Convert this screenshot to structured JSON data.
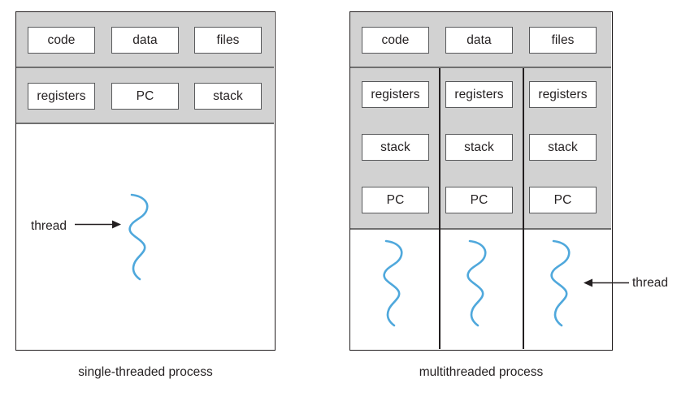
{
  "figure": {
    "title": "single-threaded and multithreaded process comparison",
    "colors": {
      "band_gray": "#d2d2d2",
      "cell_border": "#58595b",
      "frame_border": "#231f20",
      "thread_blue": "#4fa8dc",
      "text": "#231f20",
      "background": "#ffffff"
    }
  },
  "left_diagram": {
    "caption": "single-threaded process",
    "shared_row": {
      "cells": [
        {
          "label": "code"
        },
        {
          "label": "data"
        },
        {
          "label": "files"
        }
      ]
    },
    "per_thread_row": {
      "cells": [
        {
          "label": "registers"
        },
        {
          "label": "PC"
        },
        {
          "label": "stack"
        }
      ]
    },
    "threads": [
      {
        "annotation": "thread",
        "arrow_direction": "right"
      }
    ]
  },
  "right_diagram": {
    "caption": "multithreaded process",
    "shared_row": {
      "cells": [
        {
          "label": "code"
        },
        {
          "label": "data"
        },
        {
          "label": "files"
        }
      ]
    },
    "thread_columns": [
      {
        "cells": [
          "registers",
          "stack",
          "PC"
        ]
      },
      {
        "cells": [
          "registers",
          "stack",
          "PC"
        ]
      },
      {
        "cells": [
          "registers",
          "stack",
          "PC"
        ]
      }
    ],
    "threads": [
      {
        "annotation": "",
        "arrow_direction": "none"
      },
      {
        "annotation": "",
        "arrow_direction": "none"
      },
      {
        "annotation": "thread",
        "arrow_direction": "left"
      }
    ]
  }
}
